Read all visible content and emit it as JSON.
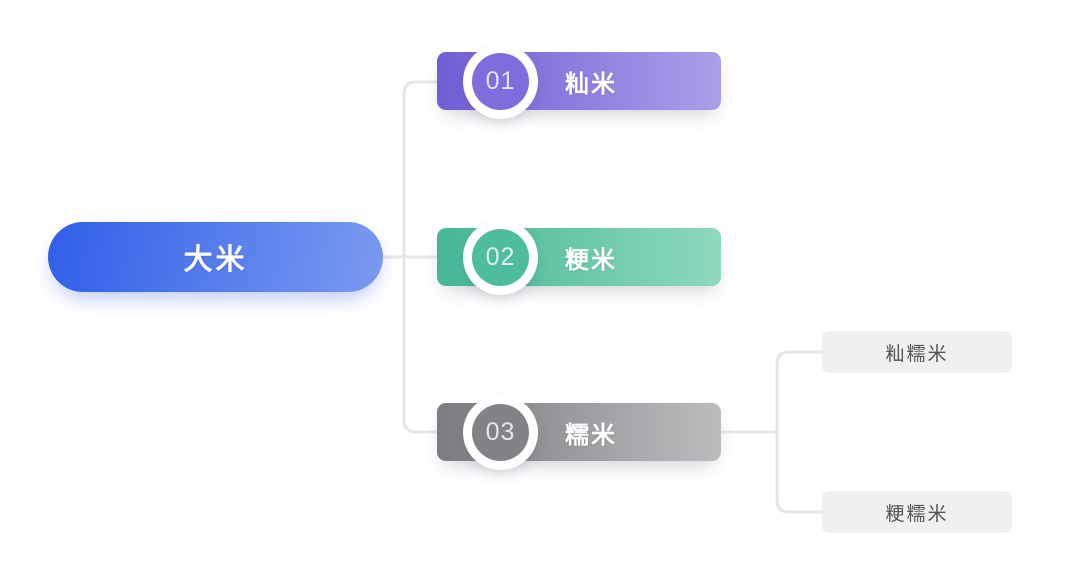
{
  "diagram": {
    "type": "tree-mindmap",
    "title_node": {
      "label": "大米",
      "gradient_from": "#2f5fe8",
      "gradient_to": "#7b9af0"
    },
    "connector_color": "#e6e6e6",
    "branches": [
      {
        "number": "01",
        "label": "籼米",
        "gradient_from": "#6e5fd6",
        "gradient_to": "#ad9ee8",
        "badge_color": "#7e6edd"
      },
      {
        "number": "02",
        "label": "粳米",
        "gradient_from": "#45b795",
        "gradient_to": "#8fd9bd",
        "badge_color": "#4dbd9c"
      },
      {
        "number": "03",
        "label": "糯米",
        "gradient_from": "#7c7c80",
        "gradient_to": "#bdbdc0",
        "badge_color": "#838387"
      }
    ],
    "leaves": [
      {
        "label": "籼糯米",
        "background": "#f0f0f0",
        "text_color": "#555555"
      },
      {
        "label": "粳糯米",
        "background": "#f0f0f0",
        "text_color": "#555555"
      }
    ]
  }
}
